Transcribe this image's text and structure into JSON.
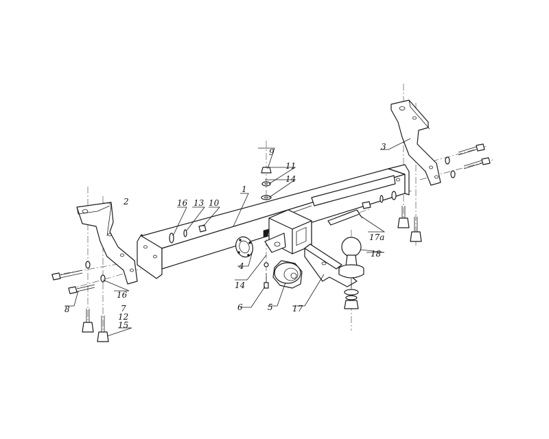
{
  "callouts": {
    "c1": "1",
    "c2": "2",
    "c3": "3",
    "c4": "4",
    "c5": "5",
    "c6": "6",
    "c7": "7",
    "c8": "8",
    "c9": "9",
    "c10": "10",
    "c11": "11",
    "c12": "12",
    "c13": "13",
    "c14a": "14",
    "c14b": "14",
    "c15": "15",
    "c16a": "16",
    "c16b": "16",
    "c17": "17",
    "c17a": "17a",
    "c18": "18"
  },
  "colors": {
    "line": "#1a1a1a",
    "background": "#ffffff"
  }
}
